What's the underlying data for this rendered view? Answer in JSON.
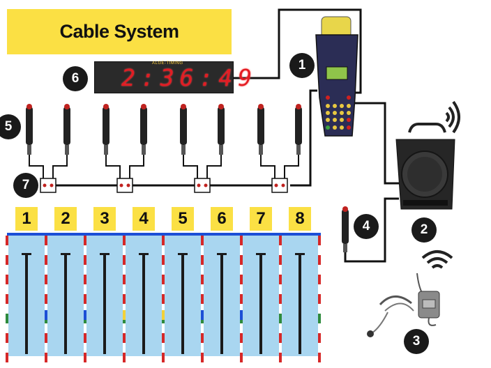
{
  "title": "Cable System",
  "scoreboard": {
    "brand": "ALGE-TIMING",
    "time": "2:36:49"
  },
  "badges": [
    "1",
    "2",
    "3",
    "4",
    "5",
    "6",
    "7"
  ],
  "lanes": [
    "1",
    "2",
    "3",
    "4",
    "5",
    "6",
    "7",
    "8"
  ],
  "colors": {
    "accent": "#fbe044",
    "pool": "#a9d6f0",
    "pool_edge": "#1c4fd6",
    "led": "#e31c23"
  }
}
